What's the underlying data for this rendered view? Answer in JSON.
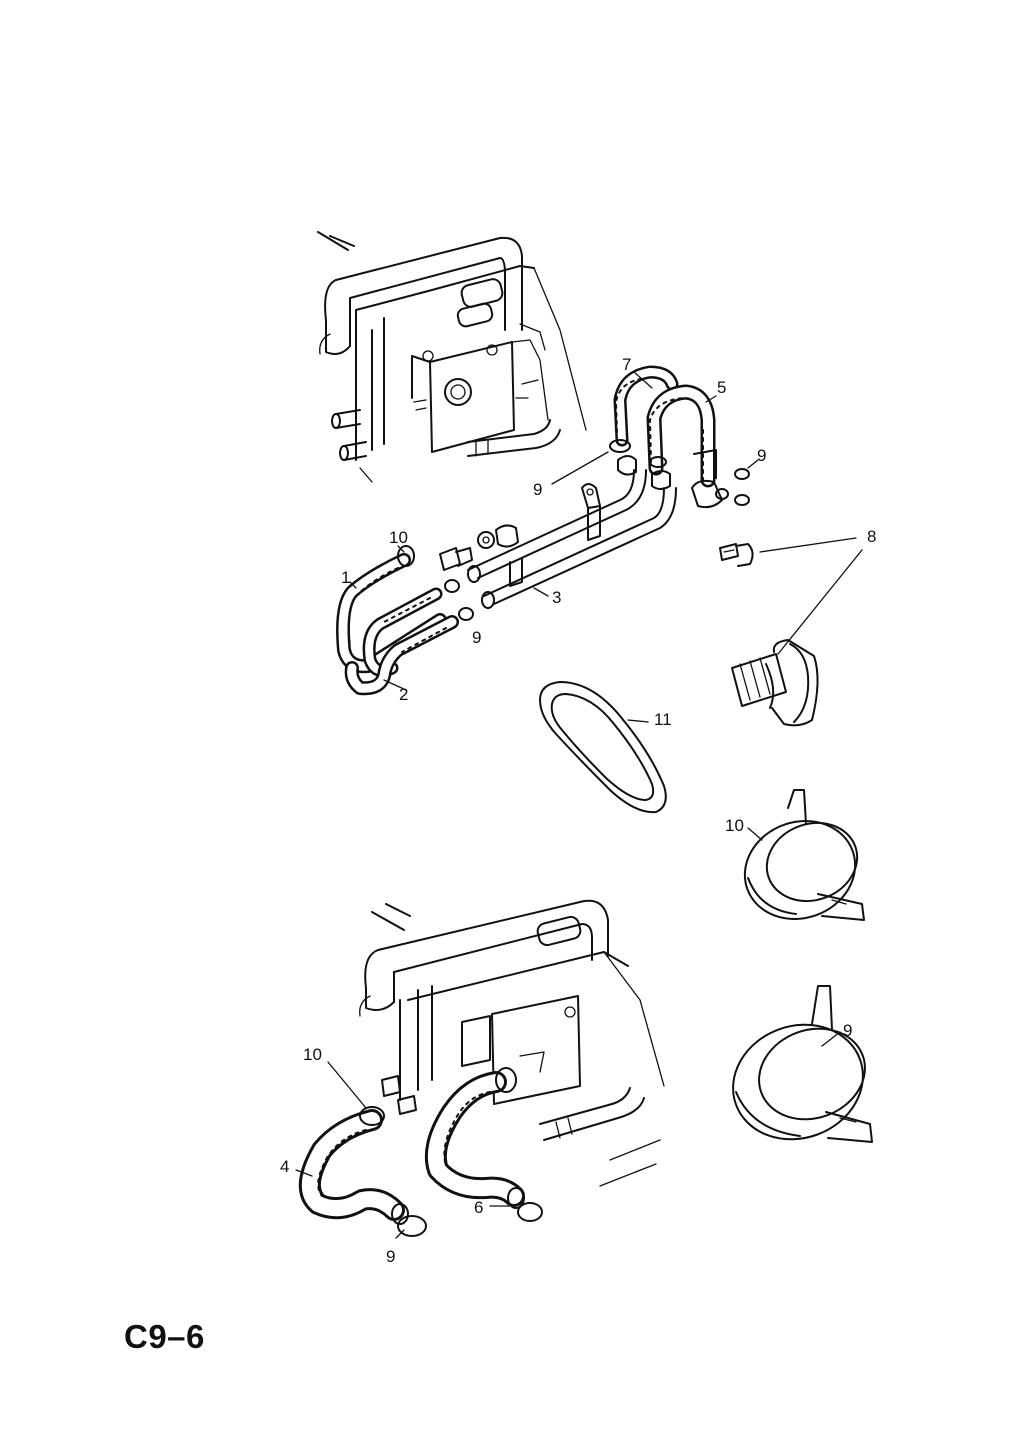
{
  "page_code": "C9–6",
  "labels": {
    "l1": "1",
    "l2": "2",
    "l3": "3",
    "l4": "4",
    "l5": "5",
    "l6": "6",
    "l7": "7",
    "l8": "8",
    "l9a": "9",
    "l9b": "9",
    "l9c": "9",
    "l9d": "9",
    "l9e": "9",
    "l10a": "10",
    "l10b": "10",
    "l10c": "10",
    "l11": "11"
  }
}
